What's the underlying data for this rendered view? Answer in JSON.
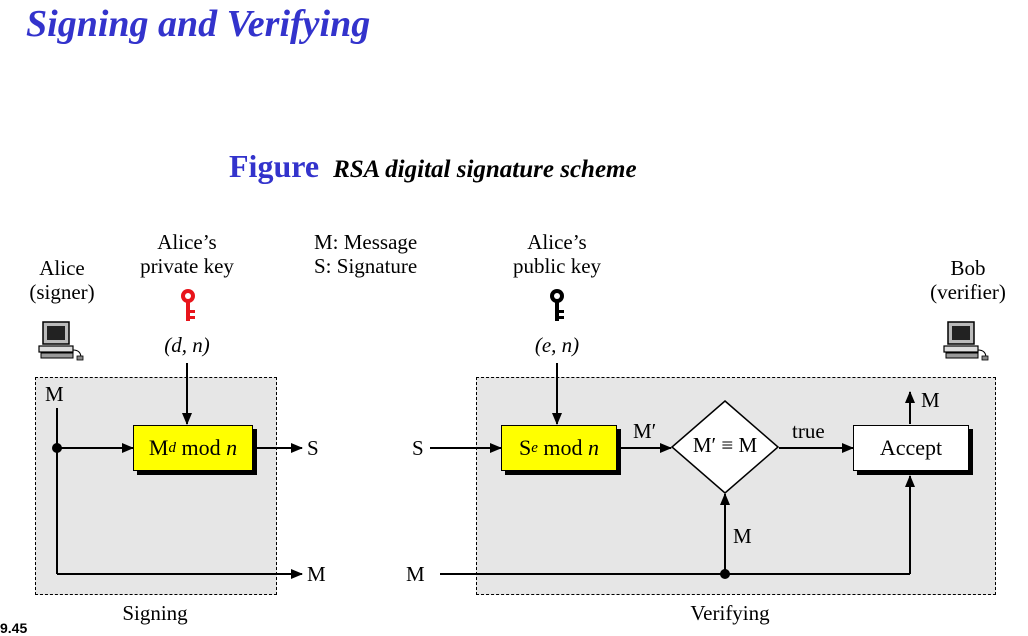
{
  "title": "Signing and Verifying",
  "figure": {
    "label": "Figure",
    "caption": "RSA digital signature scheme"
  },
  "legend": {
    "m": "M: Message",
    "s": "S: Signature"
  },
  "alice": {
    "line1": "Alice",
    "line2": "(signer)"
  },
  "bob": {
    "line1": "Bob",
    "line2": "(verifier)"
  },
  "private_key": {
    "line1": "Alice’s",
    "line2": "private key",
    "value": "(d, n)",
    "color": "#e8141b"
  },
  "public_key": {
    "line1": "Alice’s",
    "line2": "public key",
    "value": "(e, n)",
    "color": "#000000"
  },
  "signing": {
    "label": "Signing",
    "box": {
      "base": "M",
      "sup": "d",
      "rest": " mod ",
      "var": "n"
    },
    "m_in": "M",
    "s_out": "S",
    "m_out": "M"
  },
  "verifying": {
    "label": "Verifying",
    "box": {
      "base": "S",
      "sup": "e",
      "rest": " mod ",
      "var": "n"
    },
    "s_in": "S",
    "m_in": "M",
    "m_prime": "M′",
    "compare": "M′ ≡ M",
    "m_up": "M",
    "true_label": "true",
    "accept": "Accept",
    "m_out": "M"
  },
  "colors": {
    "title": "#3333cc",
    "box_yellow": "#ffff00",
    "panel_gray": "#e6e6e6"
  },
  "footer": "9.45"
}
